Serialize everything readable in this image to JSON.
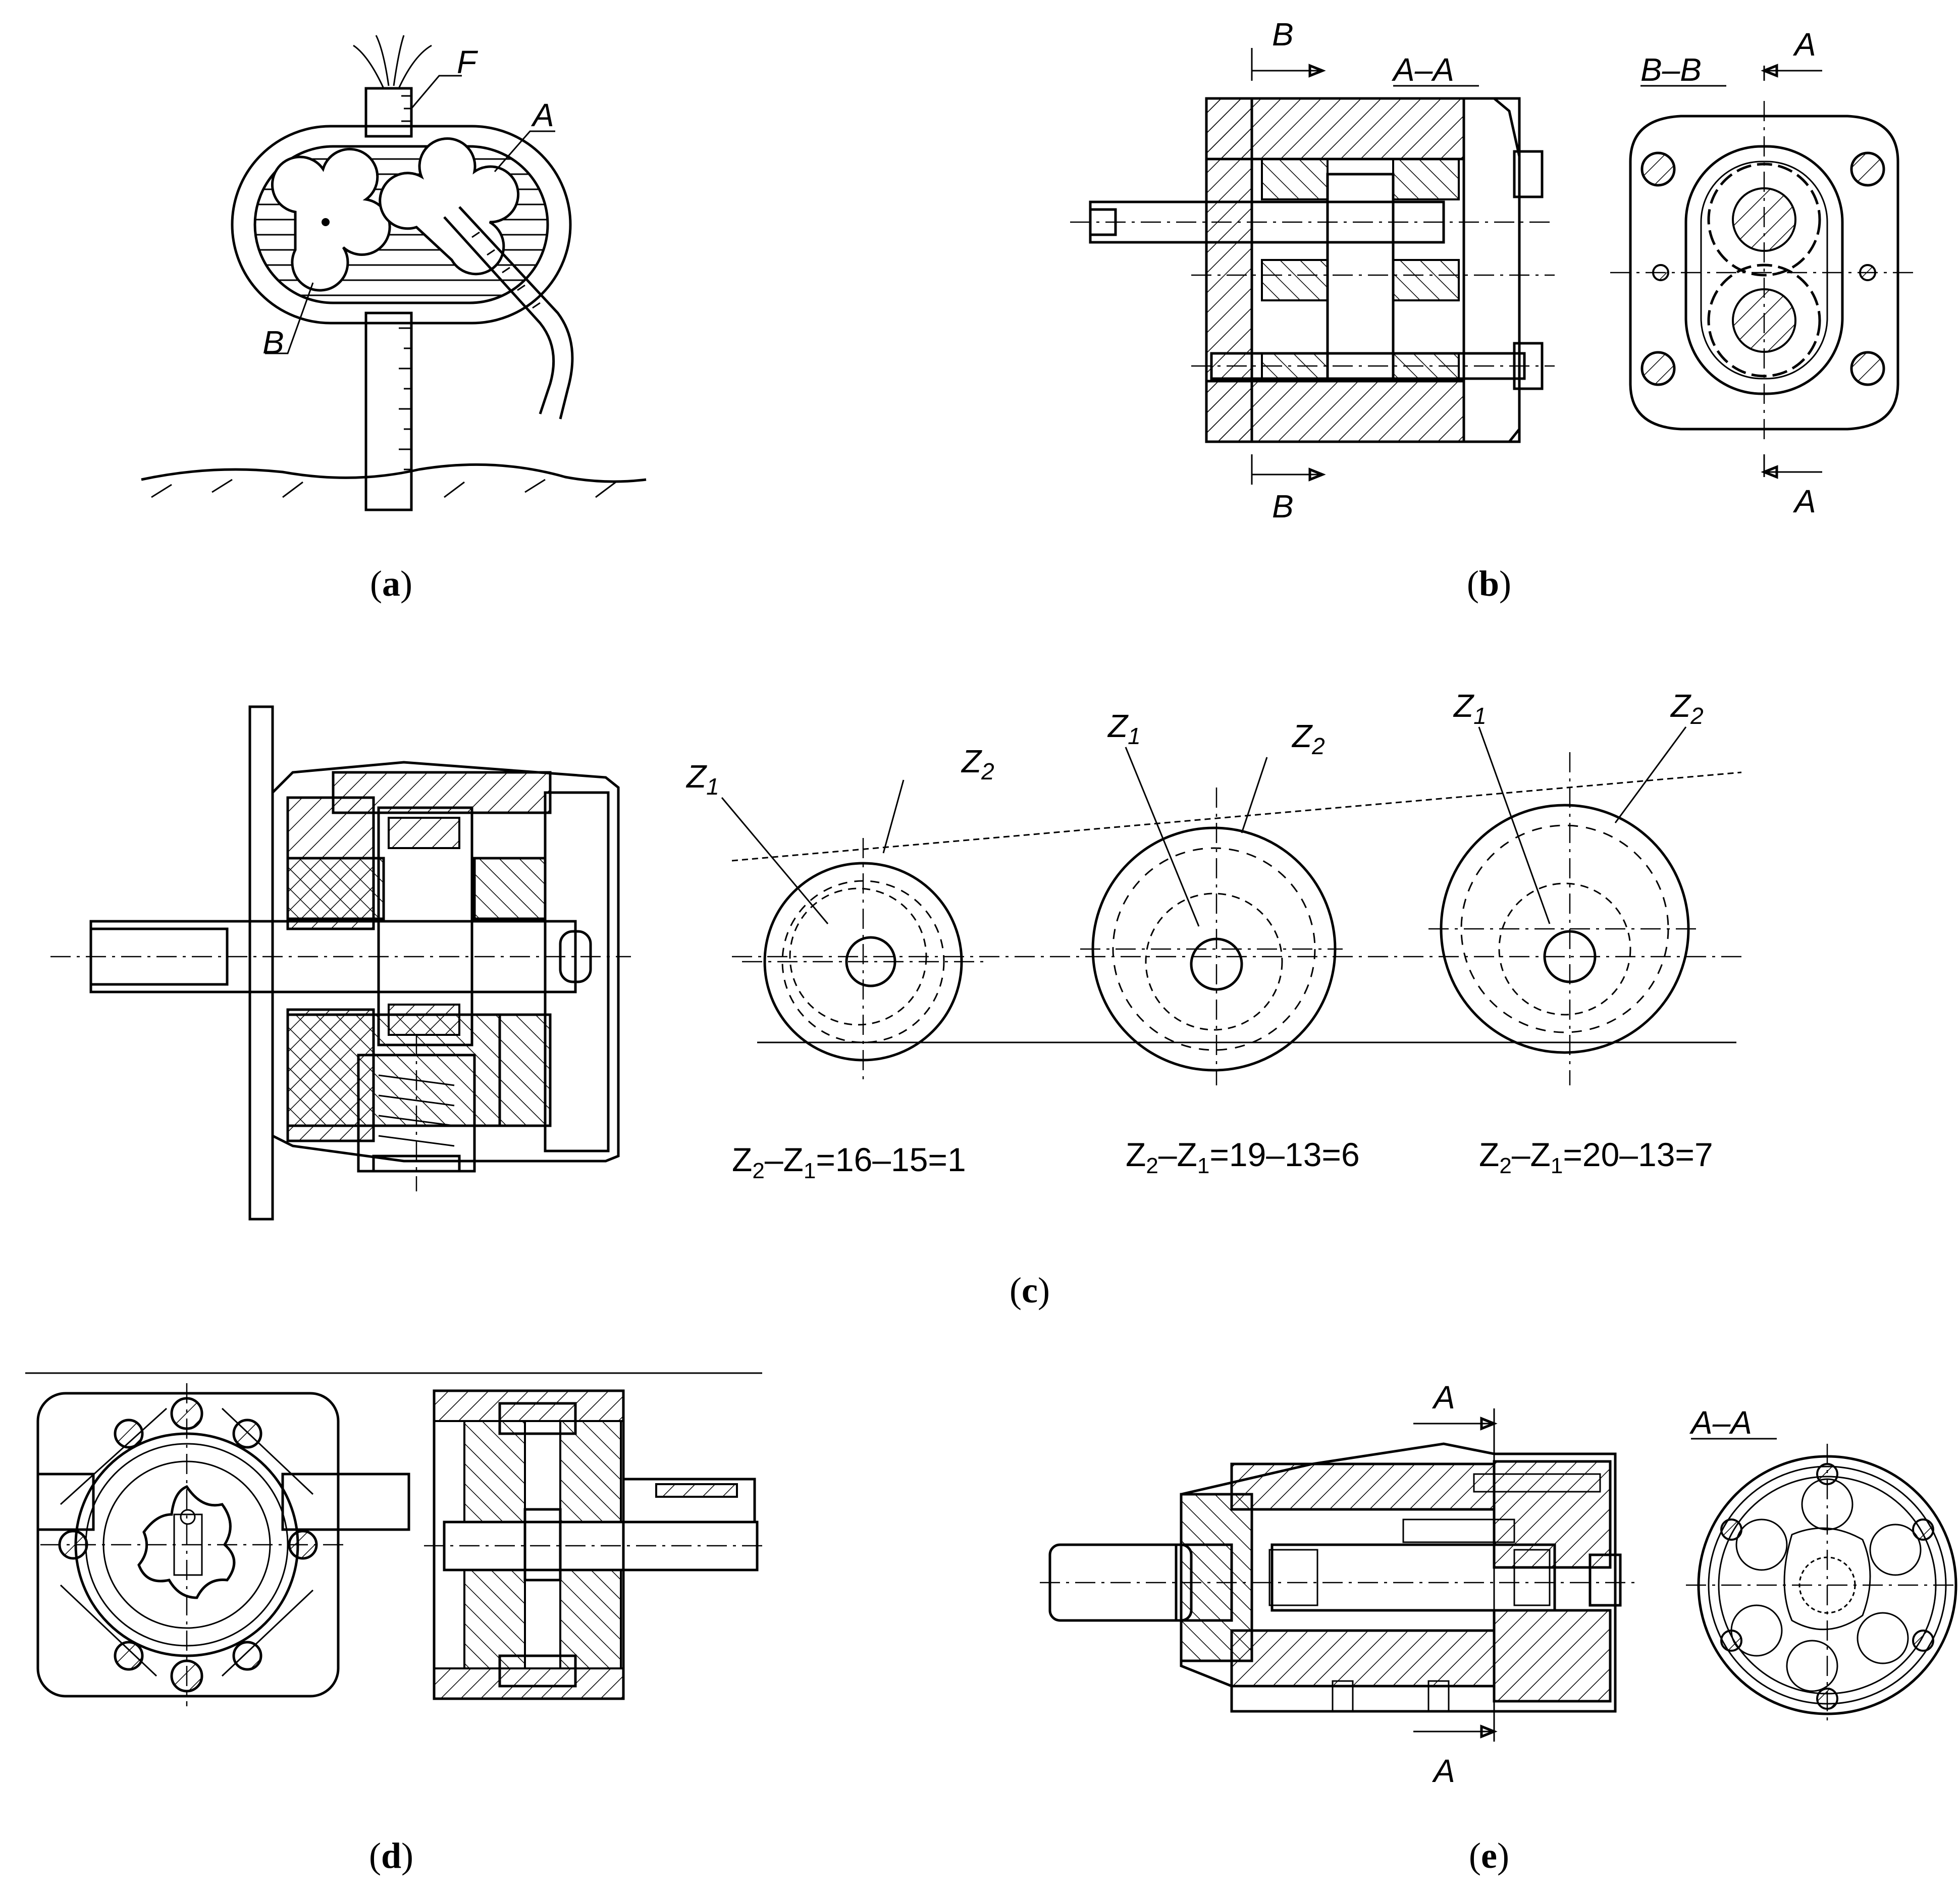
{
  "captions": {
    "a": "a",
    "b": "b",
    "c": "c",
    "d": "d",
    "e": "e"
  },
  "panel_a": {
    "label_F": "F",
    "label_A": "A",
    "label_B": "B"
  },
  "panel_b": {
    "cut_B_top": "B",
    "cut_B_bottom": "B",
    "section_AA": "A–A",
    "section_BB": "B–B",
    "cut_A_top": "A",
    "cut_A_bottom": "A"
  },
  "panel_c": {
    "gear_sets": [
      {
        "z1": "Z",
        "z1_sub": "1",
        "z2": "Z",
        "z2_sub": "2",
        "formula": "=16–15=1"
      },
      {
        "z1": "Z",
        "z1_sub": "1",
        "z2": "Z",
        "z2_sub": "2",
        "formula": "=19–13=6"
      },
      {
        "z1": "Z",
        "z1_sub": "1",
        "z2": "Z",
        "z2_sub": "2",
        "formula": "=20–13=7"
      }
    ],
    "formula_prefix_z2": "Z",
    "formula_sub_2": "2",
    "formula_minus": "–Z",
    "formula_sub_1": "1"
  },
  "panel_e": {
    "cut_A_top": "A",
    "cut_A_bottom": "A",
    "section_AA": "A–A"
  },
  "colors": {
    "ink": "#000000",
    "paper": "#ffffff"
  }
}
